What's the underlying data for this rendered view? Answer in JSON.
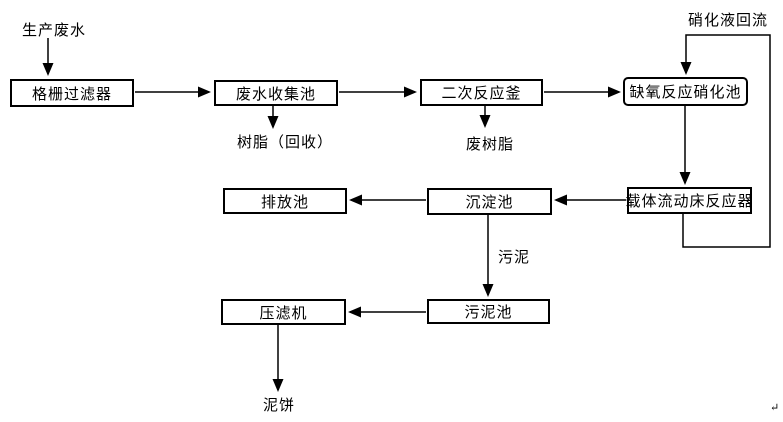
{
  "diagram": {
    "title": "wastewater-treatment-process-flowchart",
    "background_color": "#ffffff",
    "line_color": "#000000",
    "nodes": {
      "grid_filter": {
        "label": "格栅过滤器"
      },
      "collection_pool": {
        "label": "废水收集池"
      },
      "secondary_reactor": {
        "label": "二次反应釜"
      },
      "anoxic_nitrification": {
        "label": "缺氧反应硝化池"
      },
      "discharge_pool": {
        "label": "排放池"
      },
      "sedimentation_pool": {
        "label": "沉淀池"
      },
      "fluidized_bed_reactor": {
        "label": "载体流动床反应器"
      },
      "filter_press": {
        "label": "压滤机"
      },
      "sludge_pool": {
        "label": "污泥池"
      }
    },
    "labels": {
      "influent": "生产废水",
      "reflux": "硝化液回流",
      "resin_recovered": "树脂（回收）",
      "waste_resin": "废树脂",
      "sludge": "污泥",
      "mud_cake": "泥饼",
      "return_mark": "↵"
    },
    "edges": [
      {
        "from": "生产废水",
        "to": "格栅过滤器",
        "label": ""
      },
      {
        "from": "格栅过滤器",
        "to": "废水收集池",
        "label": ""
      },
      {
        "from": "废水收集池",
        "to": "树脂（回收）",
        "label": ""
      },
      {
        "from": "废水收集池",
        "to": "二次反应釜",
        "label": ""
      },
      {
        "from": "二次反应釜",
        "to": "废树脂",
        "label": ""
      },
      {
        "from": "二次反应釜",
        "to": "缺氧反应硝化池",
        "label": ""
      },
      {
        "from": "缺氧反应硝化池",
        "to": "载体流动床反应器",
        "label": ""
      },
      {
        "from": "载体流动床反应器",
        "to": "沉淀池",
        "label": ""
      },
      {
        "from": "载体流动床反应器",
        "to": "缺氧反应硝化池",
        "label": "硝化液回流"
      },
      {
        "from": "沉淀池",
        "to": "排放池",
        "label": ""
      },
      {
        "from": "沉淀池",
        "to": "污泥池",
        "label": "污泥"
      },
      {
        "from": "污泥池",
        "to": "压滤机",
        "label": ""
      },
      {
        "from": "压滤机",
        "to": "泥饼",
        "label": ""
      }
    ]
  }
}
